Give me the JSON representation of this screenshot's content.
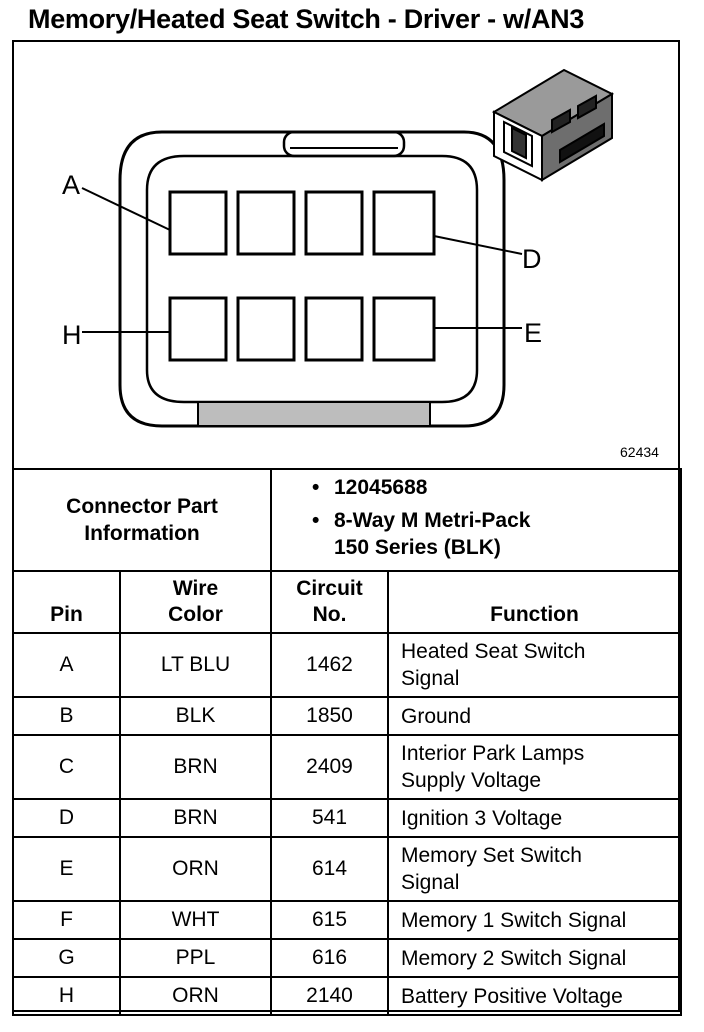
{
  "title": "Memory/Heated Seat Switch - Driver - w/AN3",
  "figure_number": "62434",
  "pin_labels": {
    "a": "A",
    "d": "D",
    "h": "H",
    "e": "E"
  },
  "connector_info": {
    "label_line1": "Connector Part",
    "label_line2": "Information",
    "bullet": "•",
    "part_number": "12045688",
    "description_line1": "8-Way M Metri-Pack",
    "description_line2": "150 Series (BLK)"
  },
  "headers": {
    "pin": "Pin",
    "wire_color_line1": "Wire",
    "wire_color_line2": "Color",
    "circuit_line1": "Circuit",
    "circuit_line2": "No.",
    "function": "Function"
  },
  "rows": [
    {
      "pin": "A",
      "color": "LT BLU",
      "circuit": "1462",
      "function_line1": "Heated Seat Switch",
      "function_line2": "Signal"
    },
    {
      "pin": "B",
      "color": "BLK",
      "circuit": "1850",
      "function_line1": "Ground",
      "function_line2": ""
    },
    {
      "pin": "C",
      "color": "BRN",
      "circuit": "2409",
      "function_line1": "Interior Park Lamps",
      "function_line2": "Supply Voltage"
    },
    {
      "pin": "D",
      "color": "BRN",
      "circuit": "541",
      "function_line1": "Ignition 3 Voltage",
      "function_line2": ""
    },
    {
      "pin": "E",
      "color": "ORN",
      "circuit": "614",
      "function_line1": "Memory Set Switch",
      "function_line2": "Signal"
    },
    {
      "pin": "F",
      "color": "WHT",
      "circuit": "615",
      "function_line1": "Memory 1 Switch Signal",
      "function_line2": ""
    },
    {
      "pin": "G",
      "color": "PPL",
      "circuit": "616",
      "function_line1": "Memory 2 Switch Signal",
      "function_line2": ""
    },
    {
      "pin": "H",
      "color": "ORN",
      "circuit": "2140",
      "function_line1": "Battery Positive Voltage",
      "function_line2": ""
    }
  ]
}
